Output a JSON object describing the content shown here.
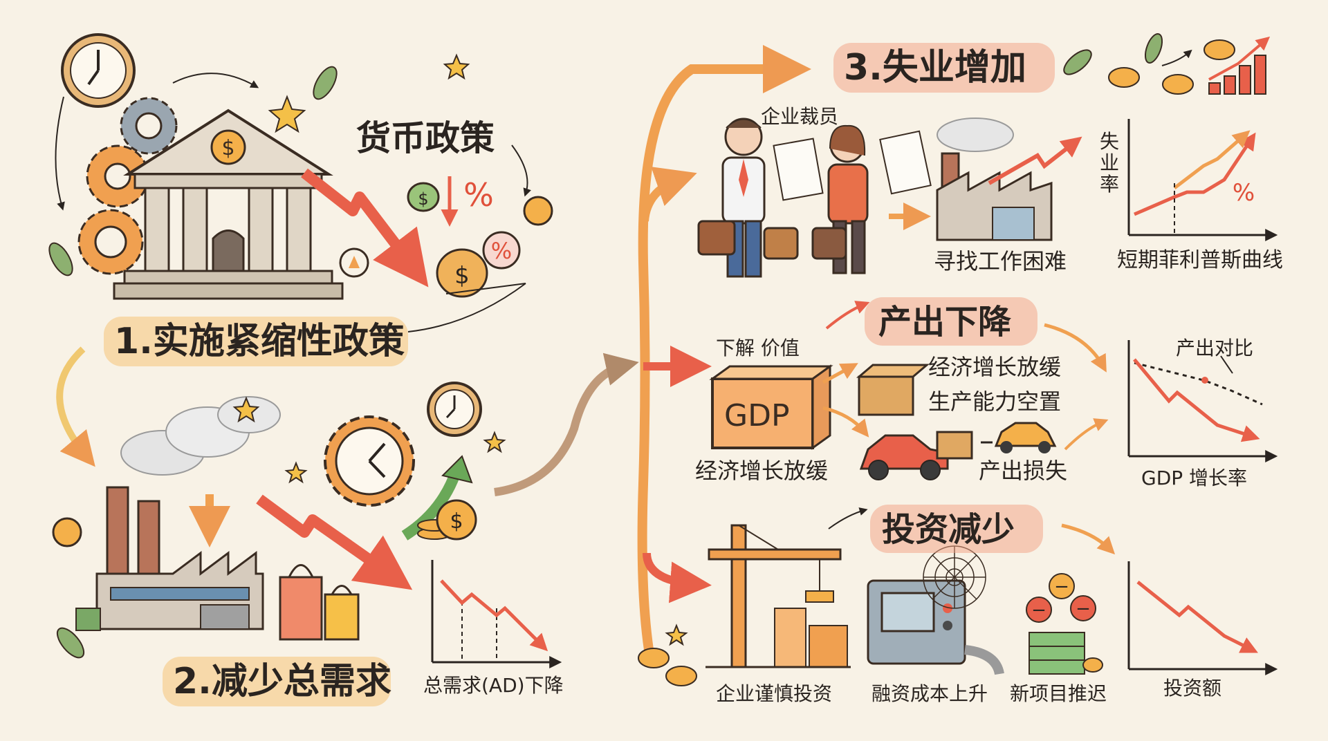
{
  "labels": {
    "monetary_policy": "货币政策",
    "step1": "1.实施紧缩性政策",
    "step2": "2.减少总需求",
    "ad_chart": "总需求(AD)下降",
    "step3": "3.失业增加",
    "layoffs": "企业裁员",
    "job_search": "寻找工作困难",
    "phillips_axis": "失业率",
    "phillips_curve": "短期菲利普斯曲线",
    "output_title": "产出下降",
    "value_down": "下解 价值",
    "gdp_box": "GDP",
    "gdp_slow": "经济增长放缓",
    "growth_slow": "经济增长放缓",
    "idle_capacity": "生产能力空置",
    "output_loss": "产出损失",
    "output_compare": "产出对比",
    "gdp_growth": "GDP 增长率",
    "invest_title": "投资减少",
    "cautious_invest": "企业谨慎投资",
    "financing_cost": "融资成本上升",
    "project_delay": "新项目推迟",
    "invest_amount": "投资额"
  },
  "icons": {
    "dollar": "$",
    "percent": "%",
    "minus": "−"
  },
  "colors": {
    "background": "#f8f2e6",
    "red_arrow": "#e8604a",
    "orange": "#f0a050",
    "ink": "#2a2420"
  }
}
